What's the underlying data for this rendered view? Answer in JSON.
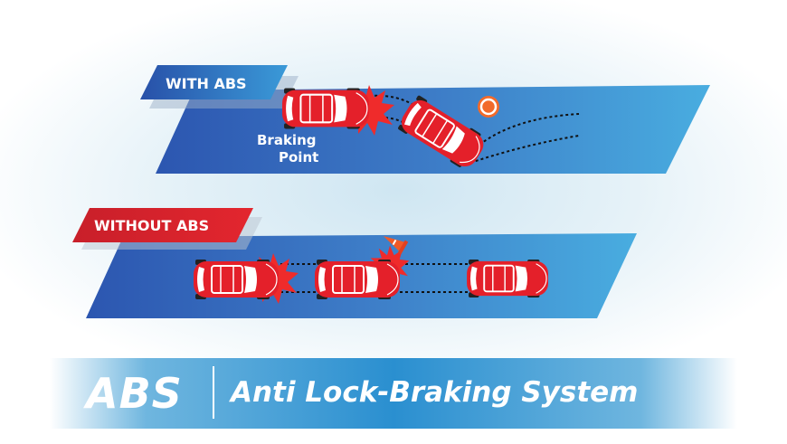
{
  "labels": {
    "with_abs": "WITH ABS",
    "without_abs": "WITHOUT ABS",
    "braking_point_line1": "Braking",
    "braking_point_line2": "Point"
  },
  "banner": {
    "acronym": "ABS",
    "full_name": "Anti Lock-Braking System"
  },
  "colors": {
    "road_blue": "#3a6fc0",
    "road_light": "#4aa8dc",
    "car_red": "#e4202a",
    "burst_red": "#ef2b2b",
    "label_red": "#d8232a",
    "label_blue": "#2f5fb8",
    "target_orange": "#f26a2a"
  }
}
